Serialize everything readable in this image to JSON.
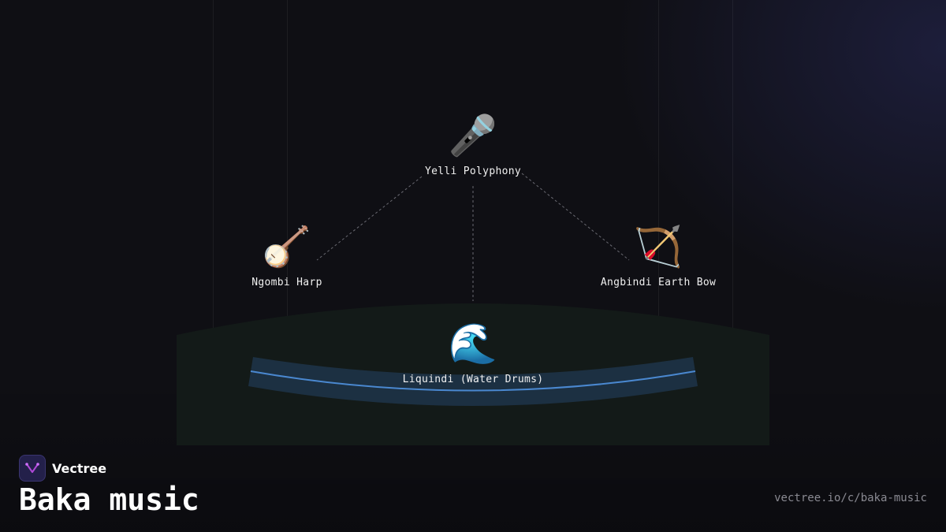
{
  "diagram": {
    "nodes": [
      {
        "id": "yelli",
        "label": "Yelli Polyphony",
        "icon": "microphone-icon",
        "emoji": "🎤"
      },
      {
        "id": "ngombi",
        "label": "Ngombi Harp",
        "icon": "banjo-icon",
        "emoji": "🪕"
      },
      {
        "id": "angbindi",
        "label": "Angbindi Earth Bow",
        "icon": "bow-and-arrow-icon",
        "emoji": "🏹"
      },
      {
        "id": "liquindi",
        "label": "Liquindi (Water Drums)",
        "icon": "water-wave-icon",
        "emoji": "🌊"
      }
    ],
    "edges": [
      {
        "from": "yelli",
        "to": "ngombi"
      },
      {
        "from": "yelli",
        "to": "angbindi"
      },
      {
        "from": "yelli",
        "to": "liquindi"
      }
    ]
  },
  "brand": {
    "name": "Vectree",
    "logo_icon": "vectree-logo-icon"
  },
  "page": {
    "title": "Baka music",
    "url": "vectree.io/c/baka-music"
  },
  "colors": {
    "background": "#0f0f14",
    "pool": "#131a18",
    "water_band": "#1e3347",
    "water_line": "#4a88d0",
    "edge": "#6a6a72",
    "logo_bg": "#23204a",
    "logo_accent": "#b04ad8"
  }
}
